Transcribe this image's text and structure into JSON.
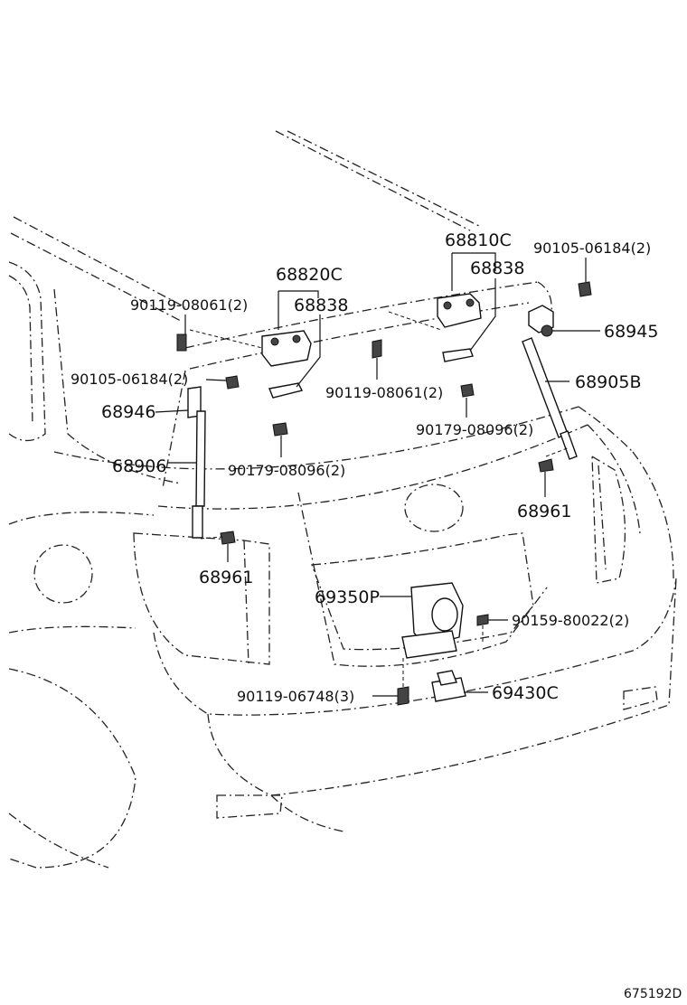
{
  "callouts": {
    "c68810c": "68810C",
    "c68838_right": "68838",
    "c90105_top": "90105-06184(2)",
    "c68820c": "68820C",
    "c68838_left": "68838",
    "c90119_top": "90119-08061(2)",
    "c68945": "68945",
    "c90105_left": "90105-06184(2)",
    "c68905b": "68905B",
    "c90119_mid": "90119-08061(2)",
    "c68946": "68946",
    "c90179_right": "90179-08096(2)",
    "c68906": "68906",
    "c90179_left": "90179-08096(2)",
    "c68961_right": "68961",
    "c68961_left": "68961",
    "c69350p": "69350P",
    "c90159": "90159-80022(2)",
    "c90119_bottom": "90119-06748(3)",
    "c69430c": "69430C"
  },
  "diagram_ref": "675192D"
}
